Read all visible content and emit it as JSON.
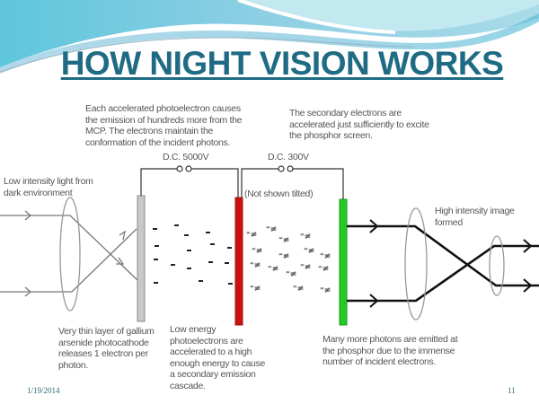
{
  "slide": {
    "title": "HOW NIGHT VISION WORKS",
    "date": "1/19/2014",
    "page_number": "11"
  },
  "diagram": {
    "labels": {
      "input_light": "Low intensity light from\ndark environment",
      "mcp_note": "Each accelerated photoelectron causes\nthe emission of hundreds more from the\nMCP. The electrons maintain the\nconformation of the incident photons.",
      "secondary_note": "The secondary electrons are\naccelerated just sufficiently to excite\nthe phosphor screen.",
      "voltage_1": "D.C. 5000V",
      "voltage_2": "D.C. 300V",
      "not_tilted": "(Not shown tilted)",
      "output_image": "High intensity image\nformed",
      "photocathode_note": "Very thin layer of gallium\narsenide photocathode\nreleases 1 electron per\nphoton.",
      "low_energy_note": "Low energy\nphotoelectrons are\naccelerated to a high\nenough energy to cause\na secondary emission\ncascade.",
      "phosphor_note": "Many more photons are emitted at\nthe phosphor due to the immense\nnumber of incident electrons."
    },
    "components": [
      {
        "name": "objective-lens",
        "color": "#999999"
      },
      {
        "name": "photocathode",
        "color": "#c8c8c8"
      },
      {
        "name": "microchannel-plate",
        "color": "#cc1111"
      },
      {
        "name": "phosphor-screen",
        "color": "#22cc22"
      },
      {
        "name": "eyepiece-lens-1",
        "color": "#999999"
      },
      {
        "name": "eyepiece-lens-2",
        "color": "#999999"
      }
    ],
    "colors": {
      "title": "#1f6b84",
      "text": "#555555",
      "wire": "#333333",
      "input_ray": "#777777",
      "output_ray": "#111111"
    }
  }
}
